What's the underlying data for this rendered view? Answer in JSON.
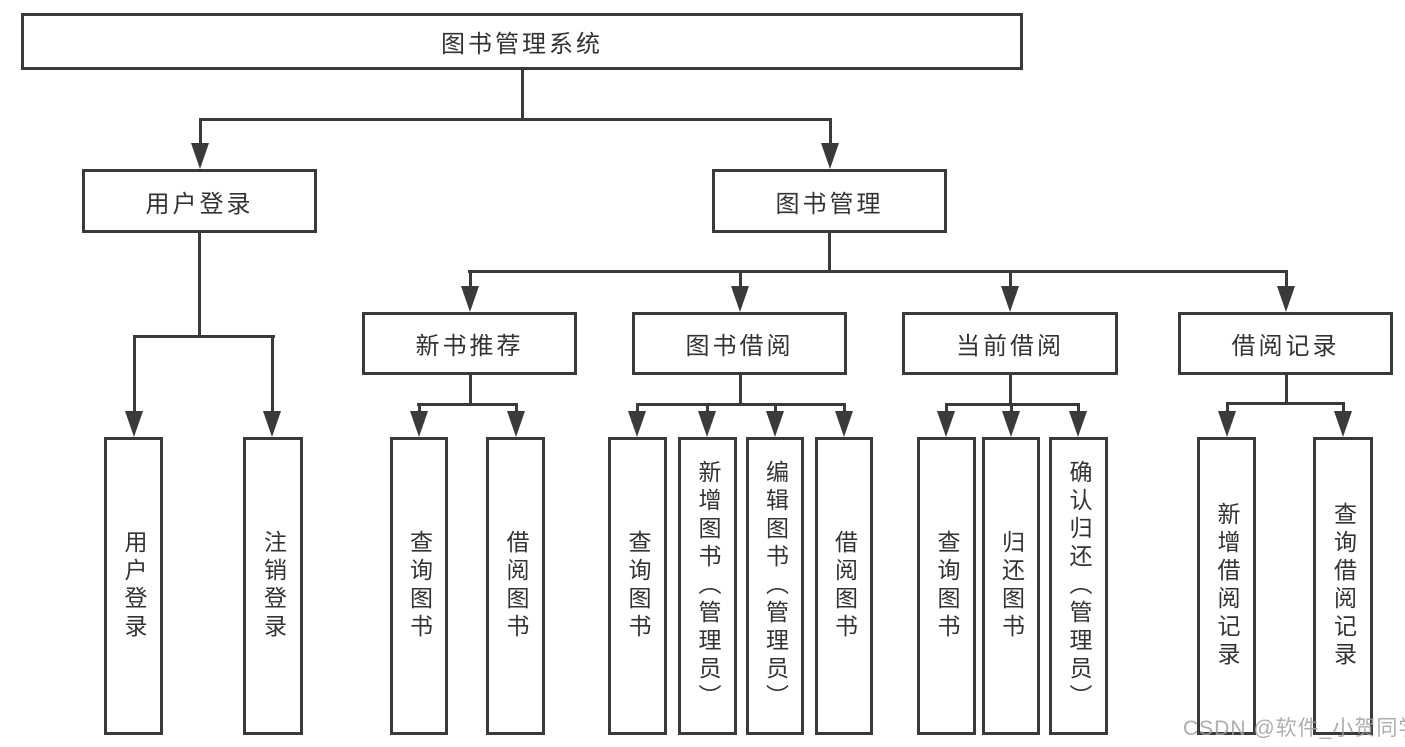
{
  "diagram": {
    "root": {
      "label": "图书管理系统"
    },
    "user_login": {
      "label": "用户登录",
      "children": {
        "login": {
          "label": "用户登录"
        },
        "logout": {
          "label": "注销登录"
        }
      }
    },
    "book_mgmt": {
      "label": "图书管理",
      "children": {
        "new_book_rec": {
          "label": "新书推荐",
          "children": {
            "query": {
              "label": "查询图书"
            },
            "borrow": {
              "label": "借阅图书"
            }
          }
        },
        "book_borrow": {
          "label": "图书借阅",
          "children": {
            "query": {
              "label": "查询图书"
            },
            "add": {
              "label": "新增图书（管理员）"
            },
            "edit": {
              "label": "编辑图书（管理员）"
            },
            "borrow": {
              "label": "借阅图书"
            }
          }
        },
        "current_borrow": {
          "label": "当前借阅",
          "children": {
            "query": {
              "label": "查询图书"
            },
            "return": {
              "label": "归还图书"
            },
            "confirm": {
              "label": "确认归还（管理员）"
            }
          }
        },
        "borrow_records": {
          "label": "借阅记录",
          "children": {
            "add": {
              "label": "新增借阅记录"
            },
            "query": {
              "label": "查询借阅记录"
            }
          }
        }
      }
    },
    "colors": {
      "line": "#3a3a3a",
      "text": "#333333",
      "background": "#ffffff"
    }
  },
  "watermark": {
    "text": "CSDN @软件_小贺同学"
  }
}
